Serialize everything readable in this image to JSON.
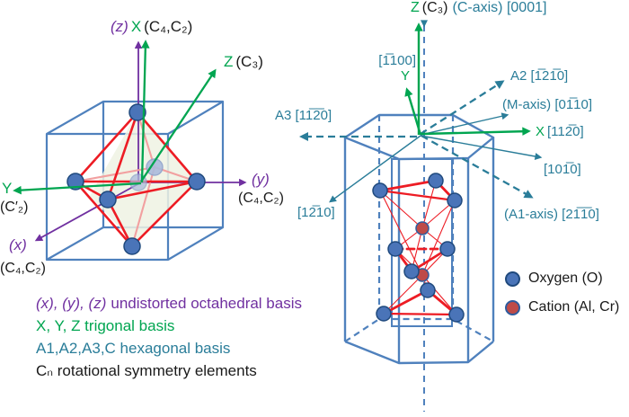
{
  "colors": {
    "purple": "#7030A0",
    "green": "#00A550",
    "teal": "#2A7D99",
    "structure_blue": "#4F81BD",
    "bond_red": "#ED1C24",
    "faded_bond_pink": "#F2A0A0",
    "oxygen_fill": "#4A74B8",
    "oxygen_ring": "#1F497D",
    "cation_fill": "#BE4B48",
    "cation_ring": "#2E5C9E",
    "shaded_plane": "#EEF2E3",
    "text_black": "#1A1A1A"
  },
  "left_figure": {
    "top_axis": {
      "z": "(z)",
      "x": "X",
      "sym": "(C₄,C₂)"
    },
    "z_trigonal": {
      "letter": "Z",
      "sym": "(C₃)"
    },
    "y_trigonal": {
      "letter": "Y",
      "sym": "(C′₂)"
    },
    "y_octahedral": {
      "letter": "(y)",
      "sym": "(C₄,C₂)"
    },
    "x_octahedral": {
      "letter": "(x)",
      "sym": "(C₄,C₂)"
    },
    "caption": {
      "line1_vars": "(x), (y), (z)",
      "line1_rest": "undistorted octahedral basis",
      "line2": "X, Y, Z trigonal basis",
      "line3": "A1,A2,A3,C hexagonal basis",
      "line4": "Cₙ rotational symmetry elements"
    }
  },
  "right_figure": {
    "c_axis": {
      "z": "Z",
      "sym": "(C₃)",
      "rest": "(C-axis) [0001]"
    },
    "y_axis": {
      "dir": "[1̅100]",
      "letter": "Y"
    },
    "a2_axis": "A2 [1̅21̅0]",
    "m_axis": "(M-axis) [01̅10]",
    "x_axis": {
      "letter": "X",
      "dir": "[112̅0]"
    },
    "dir_1010": "[101̅0]",
    "a3_axis": "A3 [11̅2̅0]",
    "dir_1210": "[12̅10]",
    "a1_axis": "(A1-axis) [21̅1̅0]"
  },
  "legend": {
    "oxygen": "Oxygen (O)",
    "cation": "Cation (Al, Cr)"
  }
}
